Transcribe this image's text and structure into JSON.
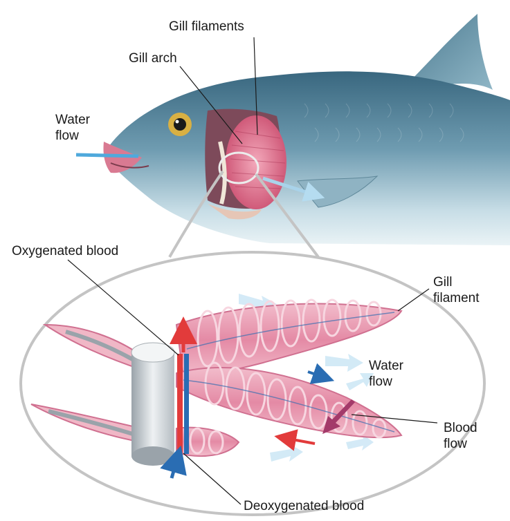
{
  "labels": {
    "gill_filaments": "Gill filaments",
    "gill_arch": "Gill arch",
    "water_flow_top": [
      "Water",
      "flow"
    ],
    "oxygenated_blood": "Oxygenated blood",
    "gill_filament": [
      "Gill",
      "filament"
    ],
    "water_flow_inset": [
      "Water",
      "flow"
    ],
    "blood_flow": [
      "Blood",
      "flow"
    ],
    "deoxygenated_blood": "Deoxygenated blood"
  },
  "colors": {
    "fish_body": "#5f8fa6",
    "fish_belly": "#dfeef3",
    "gill_pink": "#d8607e",
    "filament_pink": "#e59ab0",
    "outline_gray": "#b9b9b9",
    "oxygenated_red": "#e23b3b",
    "deoxygenated_blue": "#2a6db3",
    "water_arrow": "#9fd0ea"
  }
}
